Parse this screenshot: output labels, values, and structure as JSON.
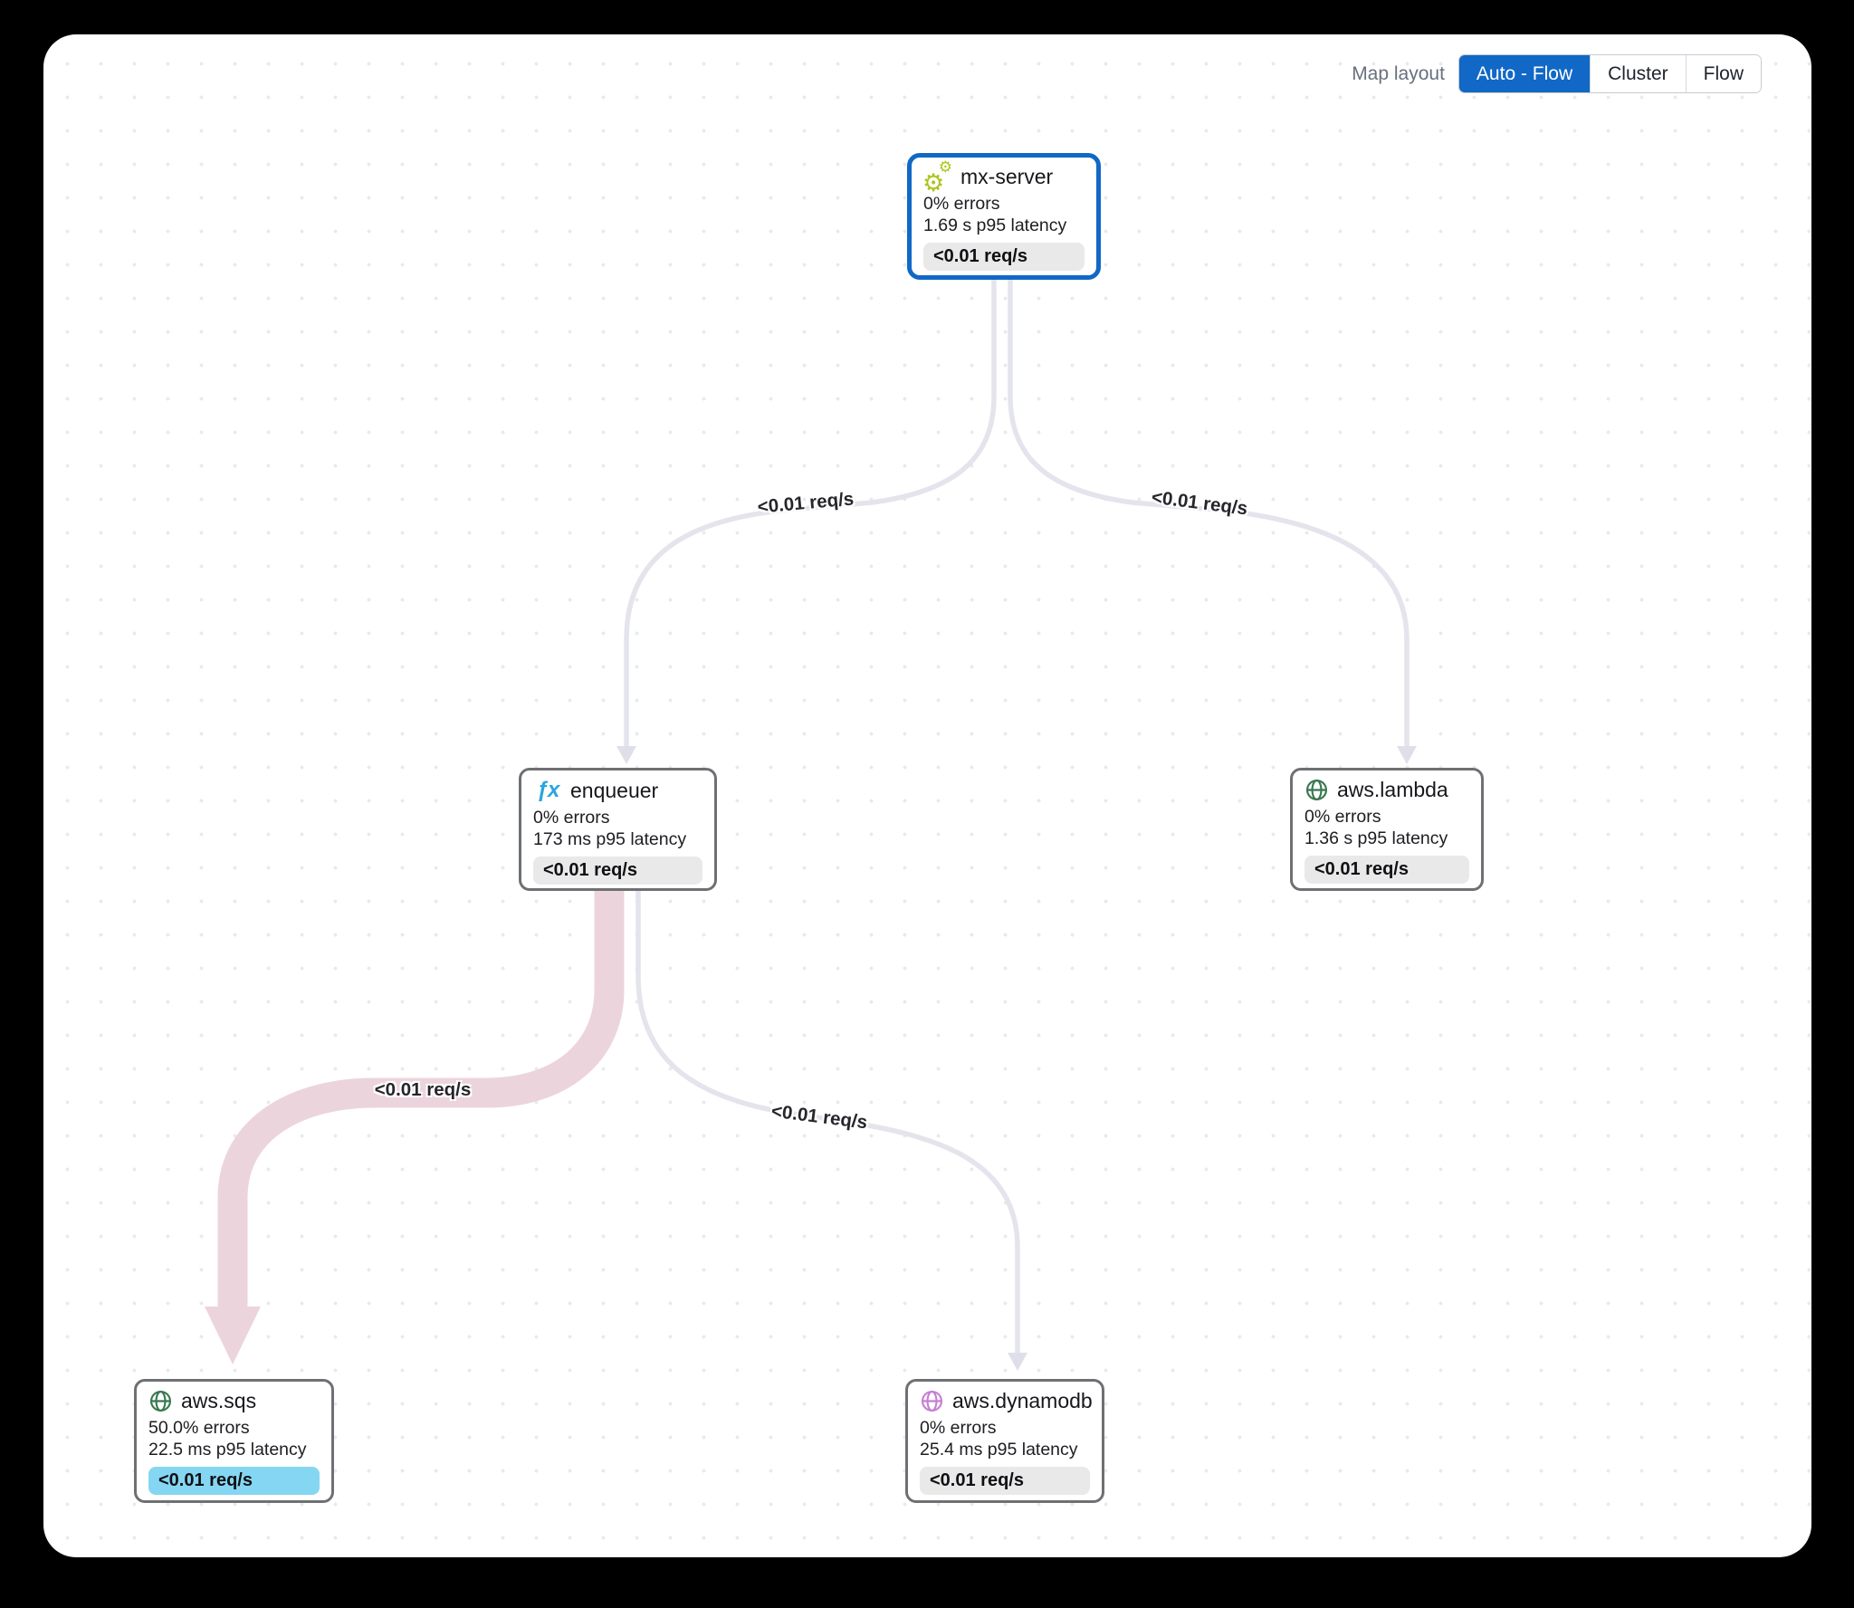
{
  "toolbar": {
    "label": "Map layout",
    "options": [
      {
        "label": "Auto - Flow",
        "selected": true
      },
      {
        "label": "Cluster",
        "selected": false
      },
      {
        "label": "Flow",
        "selected": false
      }
    ]
  },
  "nodes": [
    {
      "name": "mx-server",
      "icon": "gears-icon",
      "errors": "0% errors",
      "latency": "1.69 s p95 latency",
      "rate": "<0.01 req/s",
      "selected": true,
      "rate_highlighted": false,
      "icon_color": "#aec41c"
    },
    {
      "name": "enqueuer",
      "icon": "function-icon",
      "errors": "0% errors",
      "latency": "173 ms p95 latency",
      "rate": "<0.01 req/s",
      "selected": false,
      "rate_highlighted": false,
      "icon_color": "#2aa5de"
    },
    {
      "name": "aws.lambda",
      "icon": "globe-icon",
      "errors": "0% errors",
      "latency": "1.36 s p95 latency",
      "rate": "<0.01 req/s",
      "selected": false,
      "rate_highlighted": false,
      "icon_color": "#39784f"
    },
    {
      "name": "aws.sqs",
      "icon": "globe-icon",
      "errors": "50.0% errors",
      "latency": "22.5 ms p95 latency",
      "rate": "<0.01 req/s",
      "selected": false,
      "rate_highlighted": true,
      "icon_color": "#39784f"
    },
    {
      "name": "aws.dynamodb",
      "icon": "globe-icon",
      "errors": "0% errors",
      "latency": "25.4 ms p95 latency",
      "rate": "<0.01 req/s",
      "selected": false,
      "rate_highlighted": false,
      "icon_color": "#c77fd2"
    }
  ],
  "edges": [
    {
      "from": "mx-server",
      "to": "enqueuer",
      "label": "<0.01 req/s",
      "highlighted": false
    },
    {
      "from": "mx-server",
      "to": "aws.lambda",
      "label": "<0.01 req/s",
      "highlighted": false
    },
    {
      "from": "enqueuer",
      "to": "aws.sqs",
      "label": "<0.01 req/s",
      "highlighted": true
    },
    {
      "from": "enqueuer",
      "to": "aws.dynamodb",
      "label": "<0.01 req/s",
      "highlighted": false
    }
  ],
  "colors": {
    "accent_blue": "#1168c6",
    "edge_gray": "#e4e4ed",
    "edge_highlight_pink": "#ecd4dc",
    "badge_gray": "#e9e9e9",
    "badge_highlight_blue": "#85d6f2",
    "node_border_gray": "#6e7073",
    "gears_green": "#aec41c",
    "fx_blue": "#2aa5de",
    "globe_green": "#39784f",
    "globe_purple": "#c77fd2",
    "label_gray": "#68707f"
  }
}
